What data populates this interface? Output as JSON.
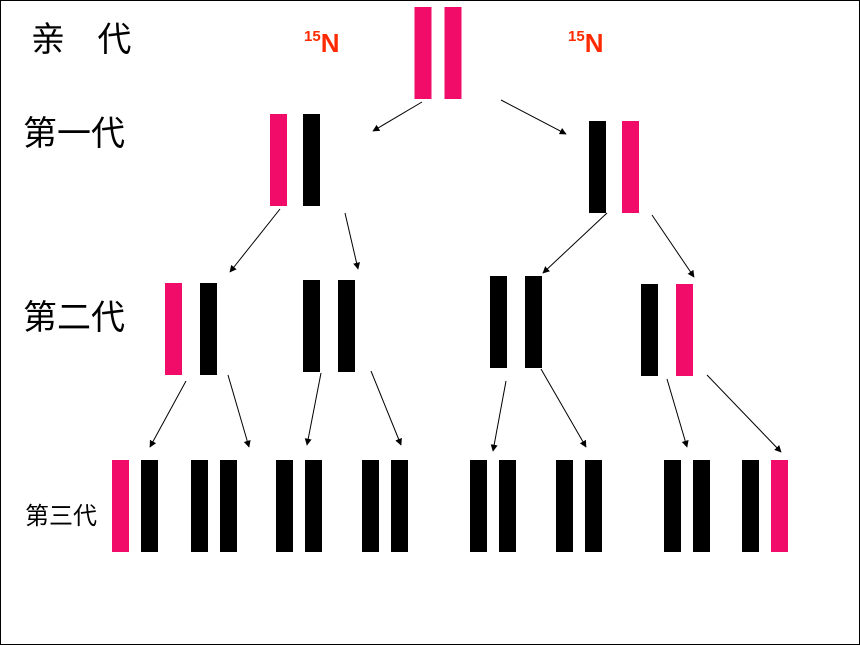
{
  "generation_labels": {
    "parent": "亲   代",
    "first": "第一代",
    "second": "第二代",
    "third": "第三代"
  },
  "isotope_labels": {
    "left": {
      "mass": "15",
      "symbol": "N"
    },
    "right": {
      "mass": "15",
      "symbol": "N"
    }
  },
  "colors": {
    "heavy_strand": "#f00c68",
    "light_strand": "#000000",
    "isotope_text": "#ff2a00",
    "arrow": "#000000"
  },
  "strands": {
    "parent": [
      [
        "heavy",
        "heavy"
      ]
    ],
    "first": [
      [
        "heavy",
        "light"
      ],
      [
        "light",
        "heavy"
      ]
    ],
    "second": [
      [
        "heavy",
        "light"
      ],
      [
        "light",
        "light"
      ],
      [
        "light",
        "light"
      ],
      [
        "light",
        "heavy"
      ]
    ],
    "third": [
      [
        "heavy",
        "light"
      ],
      [
        "light",
        "light"
      ],
      [
        "light",
        "light"
      ],
      [
        "light",
        "light"
      ],
      [
        "light",
        "light"
      ],
      [
        "light",
        "light"
      ],
      [
        "light",
        "light"
      ],
      [
        "light",
        "heavy"
      ]
    ]
  }
}
